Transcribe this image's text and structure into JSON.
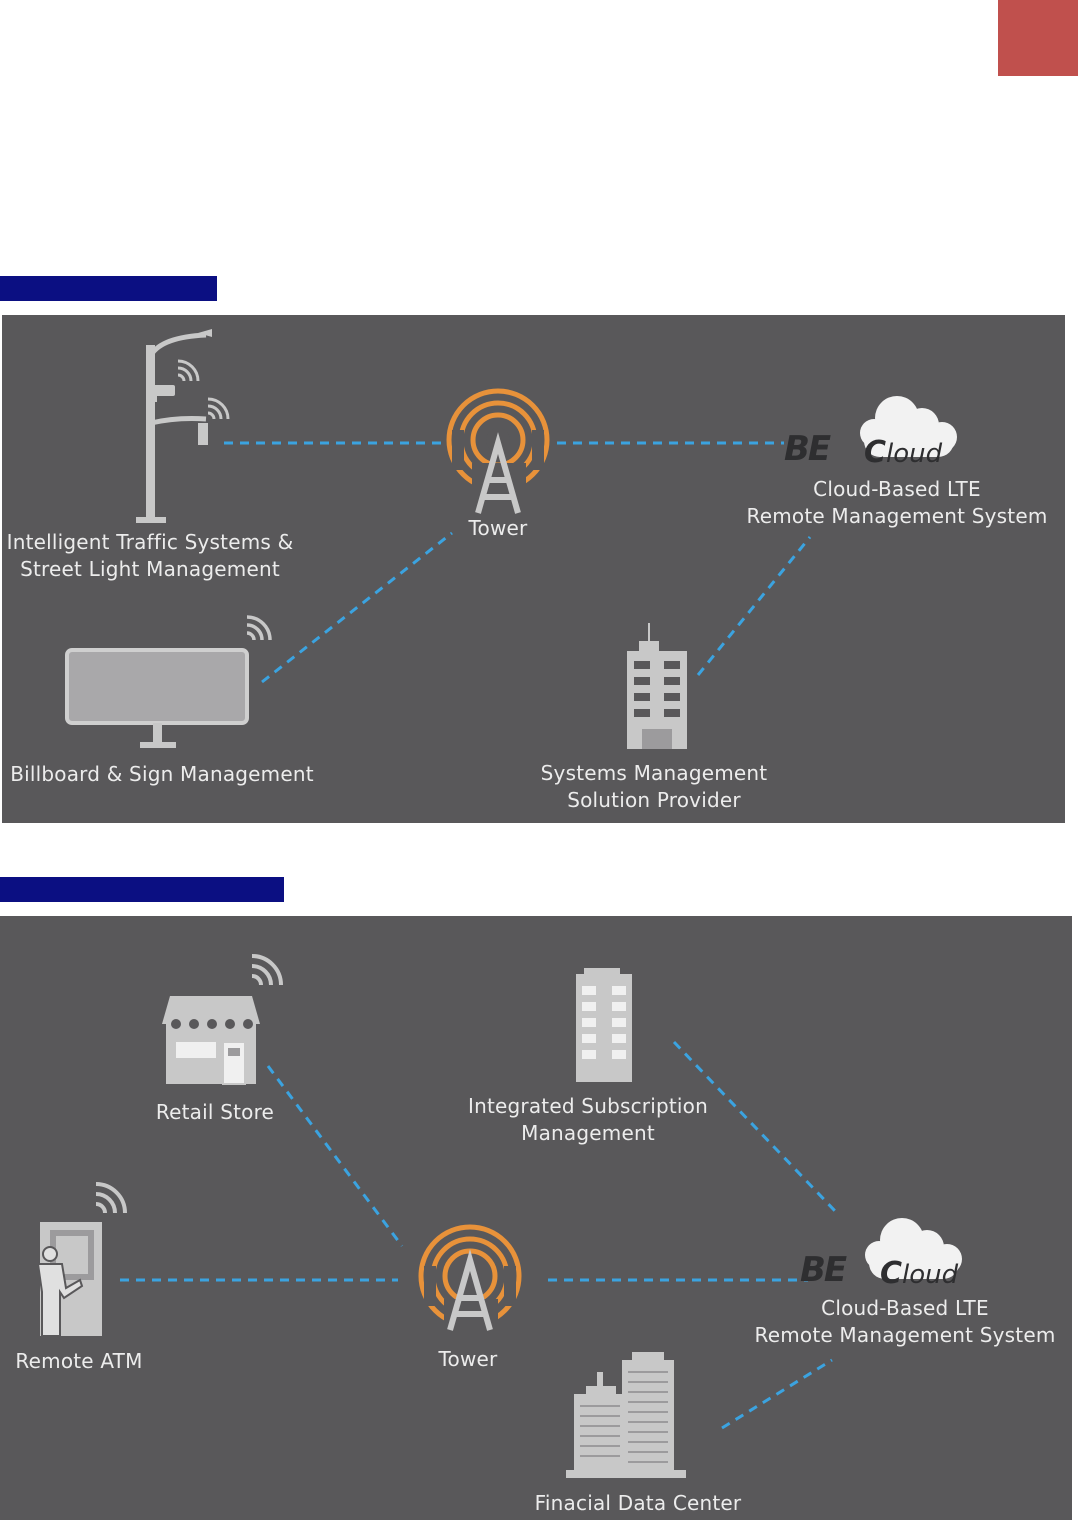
{
  "diagram1": {
    "nodes": {
      "streetlight": [
        "Intelligent Traffic Systems &",
        "Street Light Management"
      ],
      "tower": "Tower",
      "cloud": [
        "Cloud-Based LTE",
        "Remote Management System"
      ],
      "billboard": "Billboard & Sign Management",
      "provider": [
        "Systems Management",
        "Solution Provider"
      ]
    },
    "logo": {
      "be": "BE",
      "cloud_initial": "C",
      "cloud_rest": "loud"
    }
  },
  "diagram2": {
    "nodes": {
      "retail": "Retail Store",
      "subscription": [
        "Integrated Subscription",
        "Management"
      ],
      "atm": "Remote ATM",
      "tower": "Tower",
      "cloud": [
        "Cloud-Based LTE",
        "Remote Management System"
      ],
      "datacenter": "Finacial Data Center"
    },
    "logo": {
      "be": "BE",
      "cloud_initial": "C",
      "cloud_rest": "loud"
    }
  },
  "colors": {
    "panel": "#59585a",
    "link": "#3ba3e0",
    "tower": "#e8923a",
    "icon": "#c8c8c8",
    "section_bar": "#0b0f82",
    "corner_tab": "#c0504d"
  }
}
